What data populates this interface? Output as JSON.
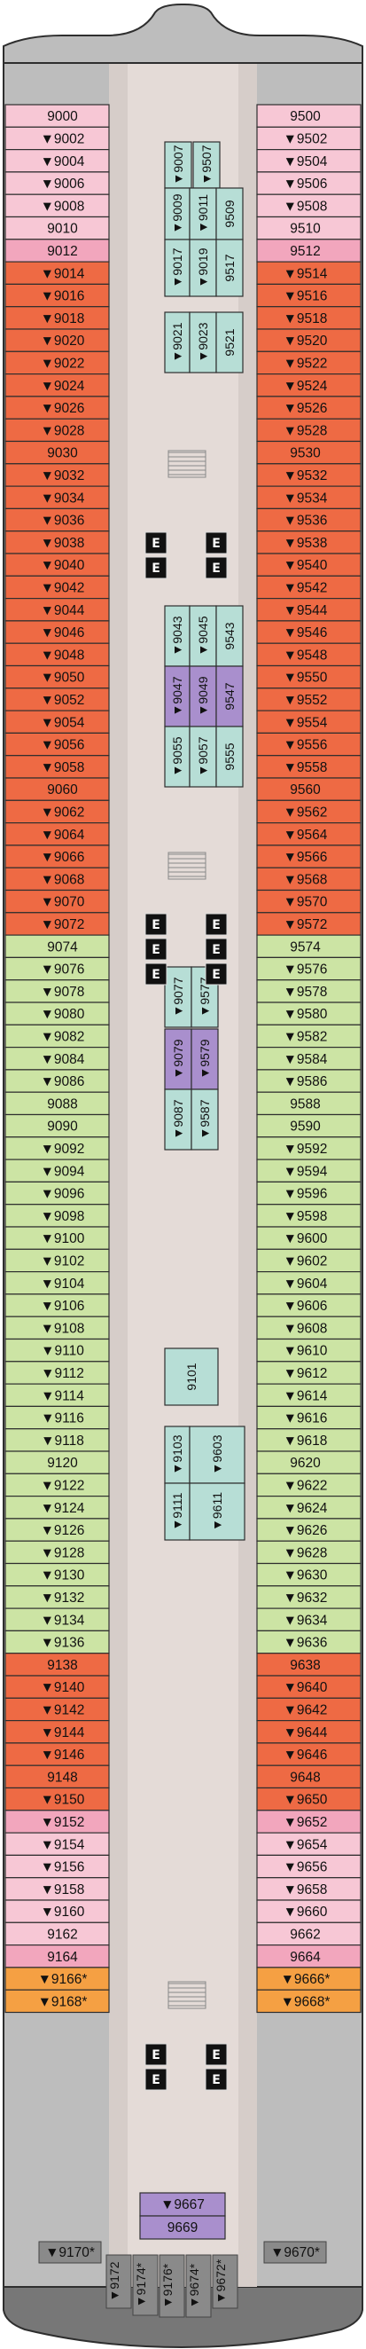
{
  "colors": {
    "pink": "#f7c7d5",
    "pink_dark": "#f2a6bd",
    "orange_red": "#ee6a44",
    "green": "#cce4a4",
    "orange": "#f5a043",
    "teal": "#b7ded6",
    "purple": "#a98fcd",
    "corridor": "#e4dbd7",
    "hull": "#bdbdbd",
    "stern": "#777777",
    "outline": "#2e2e2e"
  },
  "legend_marks": {
    "connecting_arrow": "▼",
    "accessible_star": "*"
  },
  "left_cabins": [
    {
      "n": "9000",
      "c": "pink"
    },
    {
      "n": "9002",
      "c": "pink",
      "a": true
    },
    {
      "n": "9004",
      "c": "pink",
      "a": true
    },
    {
      "n": "9006",
      "c": "pink",
      "a": true
    },
    {
      "n": "9008",
      "c": "pink",
      "a": true
    },
    {
      "n": "9010",
      "c": "pink"
    },
    {
      "n": "9012",
      "c": "pink_dark"
    },
    {
      "n": "9014",
      "c": "orange_red",
      "a": true
    },
    {
      "n": "9016",
      "c": "orange_red",
      "a": true
    },
    {
      "n": "9018",
      "c": "orange_red",
      "a": true
    },
    {
      "n": "9020",
      "c": "orange_red",
      "a": true
    },
    {
      "n": "9022",
      "c": "orange_red",
      "a": true
    },
    {
      "n": "9024",
      "c": "orange_red",
      "a": true
    },
    {
      "n": "9026",
      "c": "orange_red",
      "a": true
    },
    {
      "n": "9028",
      "c": "orange_red",
      "a": true
    },
    {
      "n": "9030",
      "c": "orange_red"
    },
    {
      "n": "9032",
      "c": "orange_red",
      "a": true
    },
    {
      "n": "9034",
      "c": "orange_red",
      "a": true
    },
    {
      "n": "9036",
      "c": "orange_red",
      "a": true
    },
    {
      "n": "9038",
      "c": "orange_red",
      "a": true
    },
    {
      "n": "9040",
      "c": "orange_red",
      "a": true
    },
    {
      "n": "9042",
      "c": "orange_red",
      "a": true
    },
    {
      "n": "9044",
      "c": "orange_red",
      "a": true
    },
    {
      "n": "9046",
      "c": "orange_red",
      "a": true
    },
    {
      "n": "9048",
      "c": "orange_red",
      "a": true
    },
    {
      "n": "9050",
      "c": "orange_red",
      "a": true
    },
    {
      "n": "9052",
      "c": "orange_red",
      "a": true
    },
    {
      "n": "9054",
      "c": "orange_red",
      "a": true
    },
    {
      "n": "9056",
      "c": "orange_red",
      "a": true
    },
    {
      "n": "9058",
      "c": "orange_red",
      "a": true
    },
    {
      "n": "9060",
      "c": "orange_red"
    },
    {
      "n": "9062",
      "c": "orange_red",
      "a": true
    },
    {
      "n": "9064",
      "c": "orange_red",
      "a": true
    },
    {
      "n": "9066",
      "c": "orange_red",
      "a": true
    },
    {
      "n": "9068",
      "c": "orange_red",
      "a": true
    },
    {
      "n": "9070",
      "c": "orange_red",
      "a": true
    },
    {
      "n": "9072",
      "c": "orange_red",
      "a": true
    },
    {
      "n": "9074",
      "c": "green"
    },
    {
      "n": "9076",
      "c": "green",
      "a": true
    },
    {
      "n": "9078",
      "c": "green",
      "a": true
    },
    {
      "n": "9080",
      "c": "green",
      "a": true
    },
    {
      "n": "9082",
      "c": "green",
      "a": true
    },
    {
      "n": "9084",
      "c": "green",
      "a": true
    },
    {
      "n": "9086",
      "c": "green",
      "a": true
    },
    {
      "n": "9088",
      "c": "green"
    },
    {
      "n": "9090",
      "c": "green"
    },
    {
      "n": "9092",
      "c": "green",
      "a": true
    },
    {
      "n": "9094",
      "c": "green",
      "a": true
    },
    {
      "n": "9096",
      "c": "green",
      "a": true
    },
    {
      "n": "9098",
      "c": "green",
      "a": true
    },
    {
      "n": "9100",
      "c": "green",
      "a": true
    },
    {
      "n": "9102",
      "c": "green",
      "a": true
    },
    {
      "n": "9104",
      "c": "green",
      "a": true
    },
    {
      "n": "9106",
      "c": "green",
      "a": true
    },
    {
      "n": "9108",
      "c": "green",
      "a": true
    },
    {
      "n": "9110",
      "c": "green",
      "a": true
    },
    {
      "n": "9112",
      "c": "green",
      "a": true
    },
    {
      "n": "9114",
      "c": "green",
      "a": true
    },
    {
      "n": "9116",
      "c": "green",
      "a": true
    },
    {
      "n": "9118",
      "c": "green",
      "a": true
    },
    {
      "n": "9120",
      "c": "green"
    },
    {
      "n": "9122",
      "c": "green",
      "a": true
    },
    {
      "n": "9124",
      "c": "green",
      "a": true
    },
    {
      "n": "9126",
      "c": "green",
      "a": true
    },
    {
      "n": "9128",
      "c": "green",
      "a": true
    },
    {
      "n": "9130",
      "c": "green",
      "a": true
    },
    {
      "n": "9132",
      "c": "green",
      "a": true
    },
    {
      "n": "9134",
      "c": "green",
      "a": true
    },
    {
      "n": "9136",
      "c": "green",
      "a": true
    },
    {
      "n": "9138",
      "c": "orange_red"
    },
    {
      "n": "9140",
      "c": "orange_red",
      "a": true
    },
    {
      "n": "9142",
      "c": "orange_red",
      "a": true
    },
    {
      "n": "9144",
      "c": "orange_red",
      "a": true
    },
    {
      "n": "9146",
      "c": "orange_red",
      "a": true
    },
    {
      "n": "9148",
      "c": "orange_red"
    },
    {
      "n": "9150",
      "c": "orange_red",
      "a": true
    },
    {
      "n": "9152",
      "c": "pink_dark",
      "a": true
    },
    {
      "n": "9154",
      "c": "pink",
      "a": true
    },
    {
      "n": "9156",
      "c": "pink",
      "a": true
    },
    {
      "n": "9158",
      "c": "pink",
      "a": true
    },
    {
      "n": "9160",
      "c": "pink",
      "a": true
    },
    {
      "n": "9162",
      "c": "pink"
    },
    {
      "n": "9164",
      "c": "pink_dark"
    },
    {
      "n": "9166",
      "c": "orange",
      "a": true,
      "s": true
    },
    {
      "n": "9168",
      "c": "orange",
      "a": true,
      "s": true
    }
  ],
  "right_cabins": [
    {
      "n": "9500",
      "c": "pink"
    },
    {
      "n": "9502",
      "c": "pink",
      "a": true
    },
    {
      "n": "9504",
      "c": "pink",
      "a": true
    },
    {
      "n": "9506",
      "c": "pink",
      "a": true
    },
    {
      "n": "9508",
      "c": "pink",
      "a": true
    },
    {
      "n": "9510",
      "c": "pink"
    },
    {
      "n": "9512",
      "c": "pink_dark"
    },
    {
      "n": "9514",
      "c": "orange_red",
      "a": true
    },
    {
      "n": "9516",
      "c": "orange_red",
      "a": true
    },
    {
      "n": "9518",
      "c": "orange_red",
      "a": true
    },
    {
      "n": "9520",
      "c": "orange_red",
      "a": true
    },
    {
      "n": "9522",
      "c": "orange_red",
      "a": true
    },
    {
      "n": "9524",
      "c": "orange_red",
      "a": true
    },
    {
      "n": "9526",
      "c": "orange_red",
      "a": true
    },
    {
      "n": "9528",
      "c": "orange_red",
      "a": true
    },
    {
      "n": "9530",
      "c": "orange_red"
    },
    {
      "n": "9532",
      "c": "orange_red",
      "a": true
    },
    {
      "n": "9534",
      "c": "orange_red",
      "a": true
    },
    {
      "n": "9536",
      "c": "orange_red",
      "a": true
    },
    {
      "n": "9538",
      "c": "orange_red",
      "a": true
    },
    {
      "n": "9540",
      "c": "orange_red",
      "a": true
    },
    {
      "n": "9542",
      "c": "orange_red",
      "a": true
    },
    {
      "n": "9544",
      "c": "orange_red",
      "a": true
    },
    {
      "n": "9546",
      "c": "orange_red",
      "a": true
    },
    {
      "n": "9548",
      "c": "orange_red",
      "a": true
    },
    {
      "n": "9550",
      "c": "orange_red",
      "a": true
    },
    {
      "n": "9552",
      "c": "orange_red",
      "a": true
    },
    {
      "n": "9554",
      "c": "orange_red",
      "a": true
    },
    {
      "n": "9556",
      "c": "orange_red",
      "a": true
    },
    {
      "n": "9558",
      "c": "orange_red",
      "a": true
    },
    {
      "n": "9560",
      "c": "orange_red"
    },
    {
      "n": "9562",
      "c": "orange_red",
      "a": true
    },
    {
      "n": "9564",
      "c": "orange_red",
      "a": true
    },
    {
      "n": "9566",
      "c": "orange_red",
      "a": true
    },
    {
      "n": "9568",
      "c": "orange_red",
      "a": true
    },
    {
      "n": "9570",
      "c": "orange_red",
      "a": true
    },
    {
      "n": "9572",
      "c": "orange_red",
      "a": true
    },
    {
      "n": "9574",
      "c": "green"
    },
    {
      "n": "9576",
      "c": "green",
      "a": true
    },
    {
      "n": "9578",
      "c": "green",
      "a": true
    },
    {
      "n": "9580",
      "c": "green",
      "a": true
    },
    {
      "n": "9582",
      "c": "green",
      "a": true
    },
    {
      "n": "9584",
      "c": "green",
      "a": true
    },
    {
      "n": "9586",
      "c": "green",
      "a": true
    },
    {
      "n": "9588",
      "c": "green"
    },
    {
      "n": "9590",
      "c": "green"
    },
    {
      "n": "9592",
      "c": "green",
      "a": true
    },
    {
      "n": "9594",
      "c": "green",
      "a": true
    },
    {
      "n": "9596",
      "c": "green",
      "a": true
    },
    {
      "n": "9598",
      "c": "green",
      "a": true
    },
    {
      "n": "9600",
      "c": "green",
      "a": true
    },
    {
      "n": "9602",
      "c": "green",
      "a": true
    },
    {
      "n": "9604",
      "c": "green",
      "a": true
    },
    {
      "n": "9606",
      "c": "green",
      "a": true
    },
    {
      "n": "9608",
      "c": "green",
      "a": true
    },
    {
      "n": "9610",
      "c": "green",
      "a": true
    },
    {
      "n": "9612",
      "c": "green",
      "a": true
    },
    {
      "n": "9614",
      "c": "green",
      "a": true
    },
    {
      "n": "9616",
      "c": "green",
      "a": true
    },
    {
      "n": "9618",
      "c": "green",
      "a": true
    },
    {
      "n": "9620",
      "c": "green"
    },
    {
      "n": "9622",
      "c": "green",
      "a": true
    },
    {
      "n": "9624",
      "c": "green",
      "a": true
    },
    {
      "n": "9626",
      "c": "green",
      "a": true
    },
    {
      "n": "9628",
      "c": "green",
      "a": true
    },
    {
      "n": "9630",
      "c": "green",
      "a": true
    },
    {
      "n": "9632",
      "c": "green",
      "a": true
    },
    {
      "n": "9634",
      "c": "green",
      "a": true
    },
    {
      "n": "9636",
      "c": "green",
      "a": true
    },
    {
      "n": "9638",
      "c": "orange_red"
    },
    {
      "n": "9640",
      "c": "orange_red",
      "a": true
    },
    {
      "n": "9642",
      "c": "orange_red",
      "a": true
    },
    {
      "n": "9644",
      "c": "orange_red",
      "a": true
    },
    {
      "n": "9646",
      "c": "orange_red",
      "a": true
    },
    {
      "n": "9648",
      "c": "orange_red"
    },
    {
      "n": "9650",
      "c": "orange_red",
      "a": true
    },
    {
      "n": "9652",
      "c": "pink_dark",
      "a": true
    },
    {
      "n": "9654",
      "c": "pink",
      "a": true
    },
    {
      "n": "9656",
      "c": "pink",
      "a": true
    },
    {
      "n": "9658",
      "c": "pink",
      "a": true
    },
    {
      "n": "9660",
      "c": "pink",
      "a": true
    },
    {
      "n": "9662",
      "c": "pink"
    },
    {
      "n": "9664",
      "c": "pink_dark"
    },
    {
      "n": "9666",
      "c": "orange",
      "a": true,
      "s": true
    },
    {
      "n": "9668",
      "c": "orange",
      "a": true,
      "s": true
    }
  ],
  "inner_cabins": [
    {
      "n": "9007",
      "c": "teal",
      "a": true
    },
    {
      "n": "9507",
      "c": "teal",
      "a": true
    },
    {
      "n": "9009",
      "c": "teal",
      "a": true
    },
    {
      "n": "9011",
      "c": "teal",
      "a": true
    },
    {
      "n": "9509",
      "c": "teal"
    },
    {
      "n": "9017",
      "c": "teal",
      "a": true
    },
    {
      "n": "9019",
      "c": "teal",
      "a": true
    },
    {
      "n": "9517",
      "c": "teal"
    },
    {
      "n": "9021",
      "c": "teal",
      "a": true
    },
    {
      "n": "9023",
      "c": "teal",
      "a": true
    },
    {
      "n": "9521",
      "c": "teal"
    },
    {
      "n": "9043",
      "c": "teal",
      "a": true
    },
    {
      "n": "9045",
      "c": "teal",
      "a": true
    },
    {
      "n": "9543",
      "c": "teal"
    },
    {
      "n": "9047",
      "c": "purple",
      "a": true
    },
    {
      "n": "9049",
      "c": "purple",
      "a": true
    },
    {
      "n": "9547",
      "c": "purple"
    },
    {
      "n": "9055",
      "c": "teal",
      "a": true
    },
    {
      "n": "9057",
      "c": "teal",
      "a": true
    },
    {
      "n": "9555",
      "c": "teal"
    },
    {
      "n": "9077",
      "c": "teal",
      "a": true
    },
    {
      "n": "9577",
      "c": "teal",
      "a": true
    },
    {
      "n": "9079",
      "c": "purple",
      "a": true
    },
    {
      "n": "9579",
      "c": "purple",
      "a": true
    },
    {
      "n": "9087",
      "c": "teal",
      "a": true
    },
    {
      "n": "9587",
      "c": "teal",
      "a": true
    },
    {
      "n": "9101",
      "c": "teal"
    },
    {
      "n": "9103",
      "c": "teal",
      "a": true
    },
    {
      "n": "9603",
      "c": "teal",
      "a": true
    },
    {
      "n": "9111",
      "c": "teal",
      "a": true
    },
    {
      "n": "9611",
      "c": "teal",
      "a": true
    }
  ],
  "aft_cabins": [
    {
      "n": "9667",
      "c": "purple",
      "a": true
    },
    {
      "n": "9669",
      "c": "purple"
    }
  ],
  "stern_cabins": [
    {
      "n": "9170",
      "a": true,
      "s": true
    },
    {
      "n": "9172",
      "a": true
    },
    {
      "n": "9174",
      "a": true,
      "s": true
    },
    {
      "n": "9176",
      "a": true,
      "s": true
    },
    {
      "n": "9674",
      "a": true,
      "s": true
    },
    {
      "n": "9672",
      "a": true,
      "s": true
    },
    {
      "n": "9670",
      "a": true,
      "s": true
    }
  ],
  "elevator_label": "E",
  "elevator_banks": [
    {
      "rows": 2,
      "label_count": 4
    },
    {
      "rows": 3,
      "label_count": 6
    },
    {
      "rows": 2,
      "label_count": 4
    }
  ]
}
